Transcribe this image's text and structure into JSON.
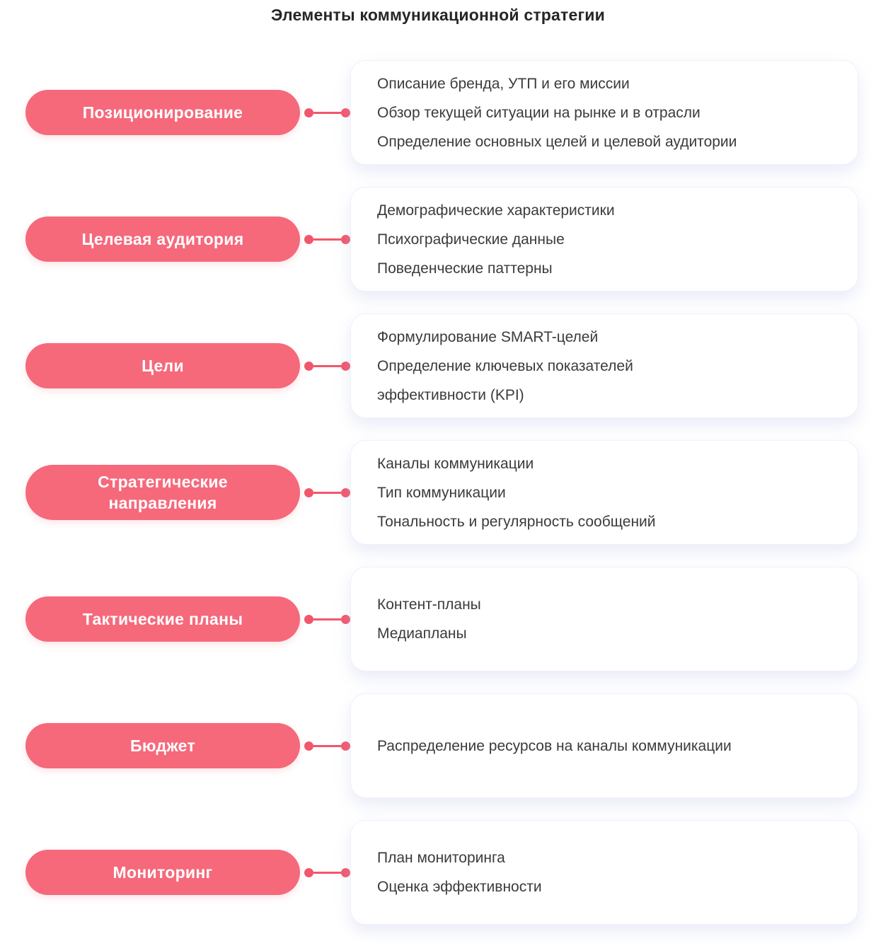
{
  "title": "Элементы коммуникационной стратегии",
  "colors": {
    "pill": "#f5697b",
    "connector": "#f2566b",
    "card_border": "#eef1fb",
    "card_shadow": "#b8c1e8",
    "body_text": "#3b3b3b",
    "title_text": "#262626",
    "background": "#ffffff"
  },
  "rows": [
    {
      "label": "Позиционирование",
      "items": [
        "Описание бренда, УТП и его миссии",
        "Обзор текущей ситуации на рынке и в отрасли",
        "Определение основных целей и целевой аудитории"
      ]
    },
    {
      "label": "Целевая аудитория",
      "items": [
        "Демографические характеристики",
        "Психографические данные",
        "Поведенческие паттерны"
      ]
    },
    {
      "label": "Цели",
      "items": [
        "Формулирование SMART-целей",
        "Определение ключевых показателей\nэффективности (KPI)"
      ]
    },
    {
      "label": "Стратегические\nнаправления",
      "items": [
        "Каналы коммуникации",
        "Тип коммуникации",
        "Тональность и регулярность сообщений"
      ]
    },
    {
      "label": "Тактические планы",
      "items": [
        "Контент-планы",
        "Медиапланы"
      ]
    },
    {
      "label": "Бюджет",
      "items": [
        "Распределение ресурсов на каналы коммуникации"
      ]
    },
    {
      "label": "Мониторинг",
      "items": [
        "План мониторинга",
        "Оценка эффективности"
      ]
    }
  ]
}
